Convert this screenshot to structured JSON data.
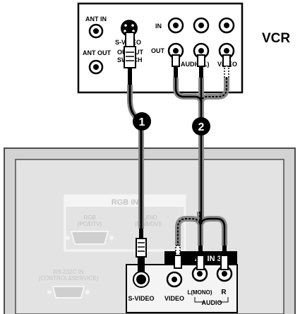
{
  "vcr": {
    "title": "VCR",
    "ant_in": "ANT IN",
    "ant_out": "ANT OUT",
    "s_video": "S-VIDEO",
    "output_switch_1": "OUTPUT",
    "output_switch_2": "SWITCH",
    "in_label": "IN",
    "out_label": "OUT",
    "audio_lr": "AUDIO(L)",
    "video": "VIDEO"
  },
  "steps": {
    "one": "1",
    "two": "2"
  },
  "tv": {
    "rgb_in": "RGB IN",
    "rgb_1": "RGB",
    "rgb_2": "(PC/DTV)",
    "audio_1": "AUDIO",
    "audio_2": "(RGB/DVI)",
    "rs232_1": "RS-232C IN",
    "rs232_2": "(CONTROL&SERVICE)",
    "av_in": "AV IN 3",
    "s_video": "S-VIDEO",
    "video": "VIDEO",
    "l_mono": "L(MONO)",
    "r": "R",
    "audio": "AUDIO"
  }
}
